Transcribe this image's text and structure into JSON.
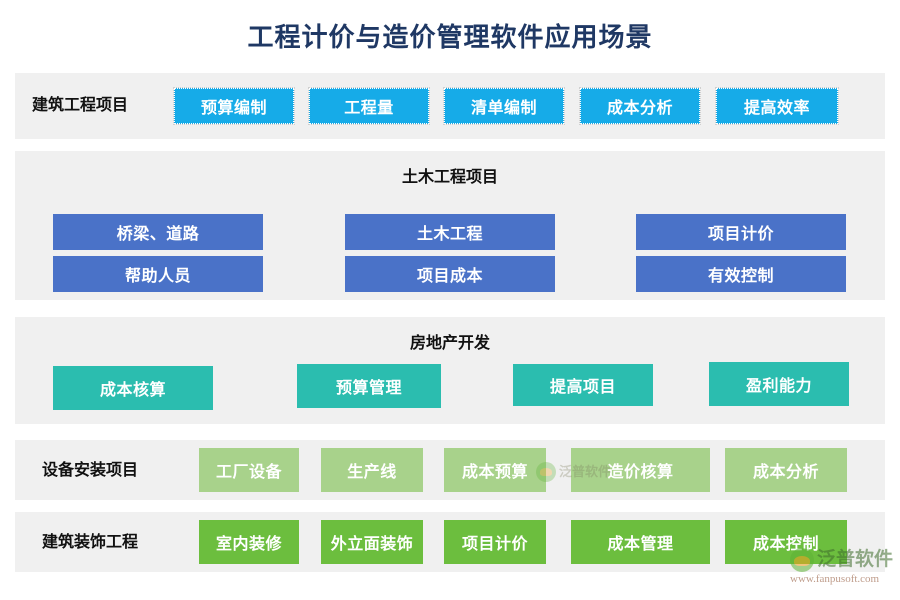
{
  "title": "工程计价与造价管理软件应用场景",
  "colors": {
    "title": "#1f3864",
    "panel_bg": "#f0f0f0",
    "page_bg": "#ffffff",
    "blue": "#16abe8",
    "indigo": "#4a72c8",
    "teal": "#2bbdaf",
    "light_green": "#a8d28b",
    "green": "#6cbe3e"
  },
  "sections": [
    {
      "id": "construction-engineering",
      "layout": "inline-label",
      "label": "建筑工程项目",
      "chips": [
        "预算编制",
        "工程量",
        "清单编制",
        "成本分析",
        "提高效率"
      ]
    },
    {
      "id": "civil-engineering",
      "layout": "header-grid",
      "header": "土木工程项目",
      "chips": [
        "桥梁、道路",
        "土木工程",
        "项目计价",
        "帮助人员",
        "项目成本",
        "有效控制"
      ]
    },
    {
      "id": "real-estate-development",
      "layout": "header-grid",
      "header": "房地产开发",
      "chips": [
        "成本核算",
        "预算管理",
        "提高项目",
        "盈利能力"
      ]
    },
    {
      "id": "equipment-installation",
      "layout": "inline-label",
      "label": "设备安装项目",
      "chips": [
        "工厂设备",
        "生产线",
        "成本预算",
        "造价核算",
        "成本分析"
      ]
    },
    {
      "id": "architectural-decoration",
      "layout": "inline-label",
      "label": "建筑装饰工程",
      "chips": [
        "室内装修",
        "外立面装饰",
        "项目计价",
        "成本管理",
        "成本控制"
      ]
    }
  ],
  "watermarks": {
    "inline": "泛普软件",
    "logo_name": "泛普软件",
    "logo_url": "www.fanpusoft.com"
  }
}
